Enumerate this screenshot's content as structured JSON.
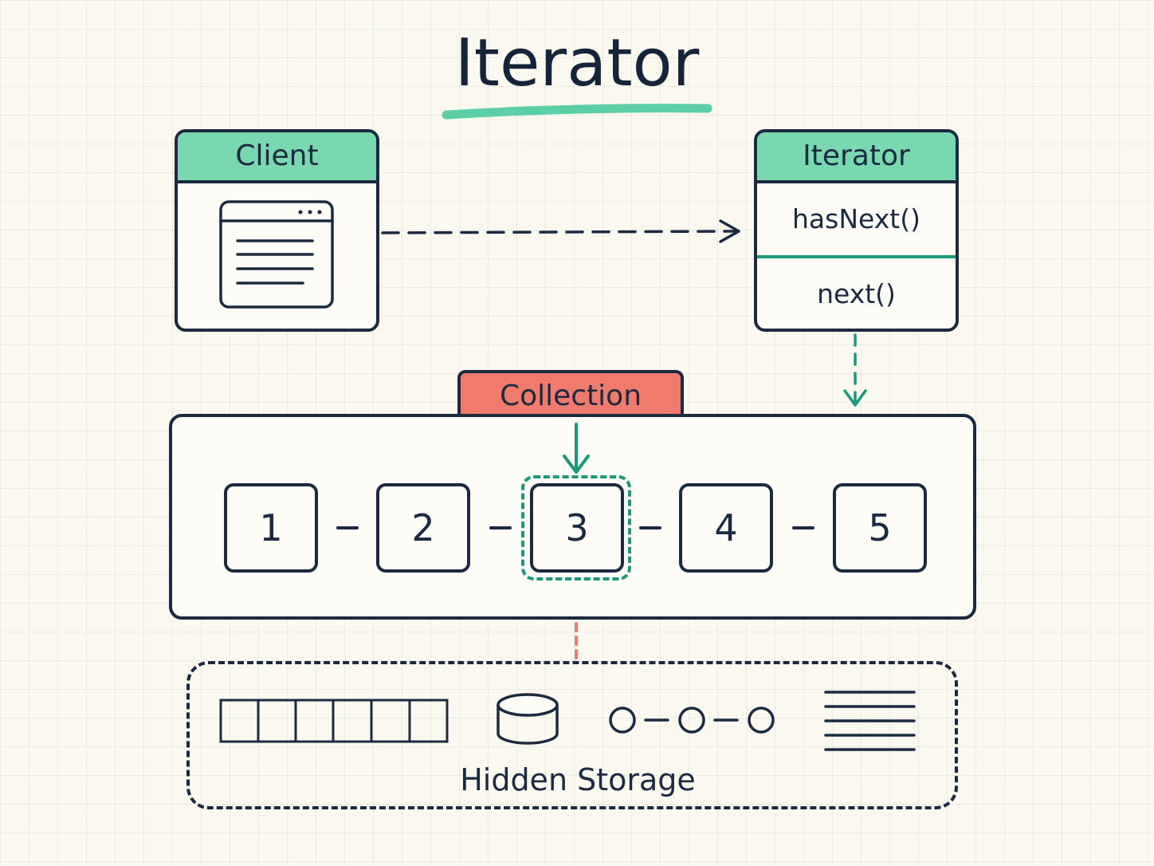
{
  "title": "Iterator",
  "client": {
    "label": "Client",
    "icon": "browser-window-icon"
  },
  "iterator": {
    "label": "Iterator",
    "methods": [
      "hasNext()",
      "next()"
    ]
  },
  "collection": {
    "label": "Collection",
    "items": [
      "1",
      "2",
      "3",
      "4",
      "5"
    ],
    "current_item": "3"
  },
  "storage": {
    "label": "Hidden Storage",
    "icons": [
      "array-icon",
      "database-icon",
      "linked-list-icon",
      "lines-list-icon"
    ]
  },
  "colors": {
    "ink": "#1b2a40",
    "teal": "#1b9a7a",
    "mint": "#79d8b0",
    "coral": "#f07a6c",
    "paper": "#fbf9ef"
  }
}
